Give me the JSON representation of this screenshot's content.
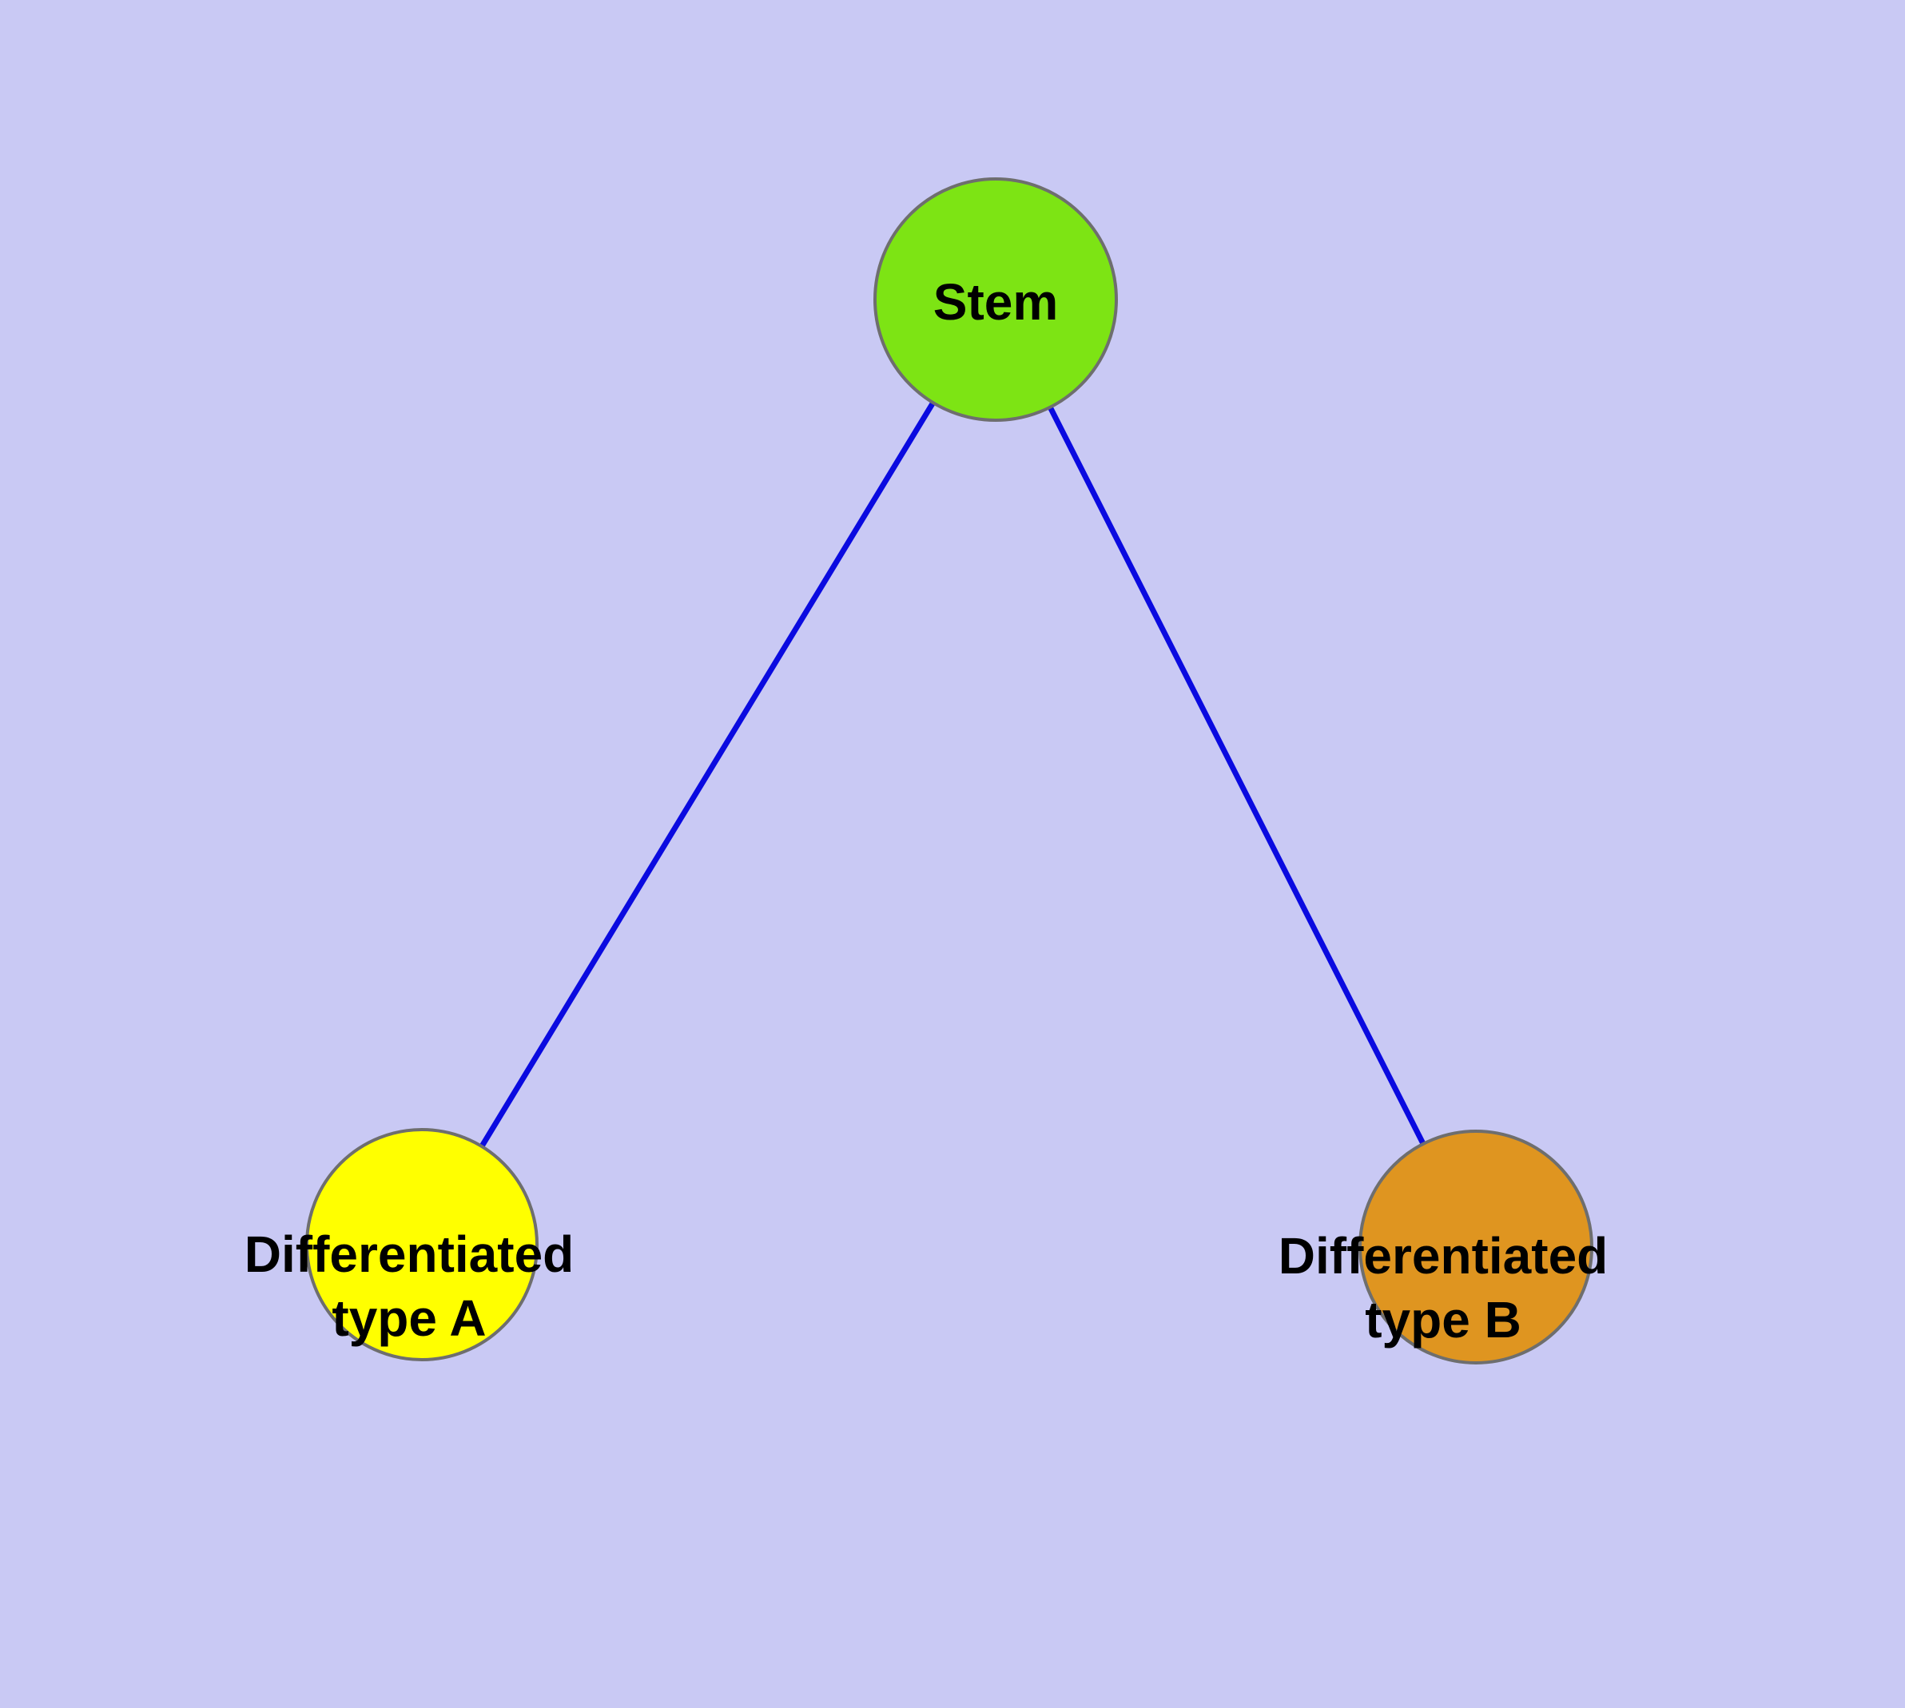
{
  "colors": {
    "background": "#c9c9f4",
    "edge": "#0a0ae0",
    "node_border": "#6e6e6e",
    "label_text": "#000000",
    "stem_fill": "#7de414",
    "type_a_fill": "#ffff00",
    "type_b_fill": "#df9520"
  },
  "nodes": {
    "stem": {
      "label": "Stem",
      "color": "#7de414"
    },
    "type_a": {
      "label": "Differentiated\ntype A",
      "color": "#ffff00"
    },
    "type_b": {
      "label": "Differentiated\ntype B",
      "color": "#df9520"
    }
  },
  "edges": [
    {
      "from": "stem",
      "to": "type_a"
    },
    {
      "from": "stem",
      "to": "type_b"
    }
  ]
}
